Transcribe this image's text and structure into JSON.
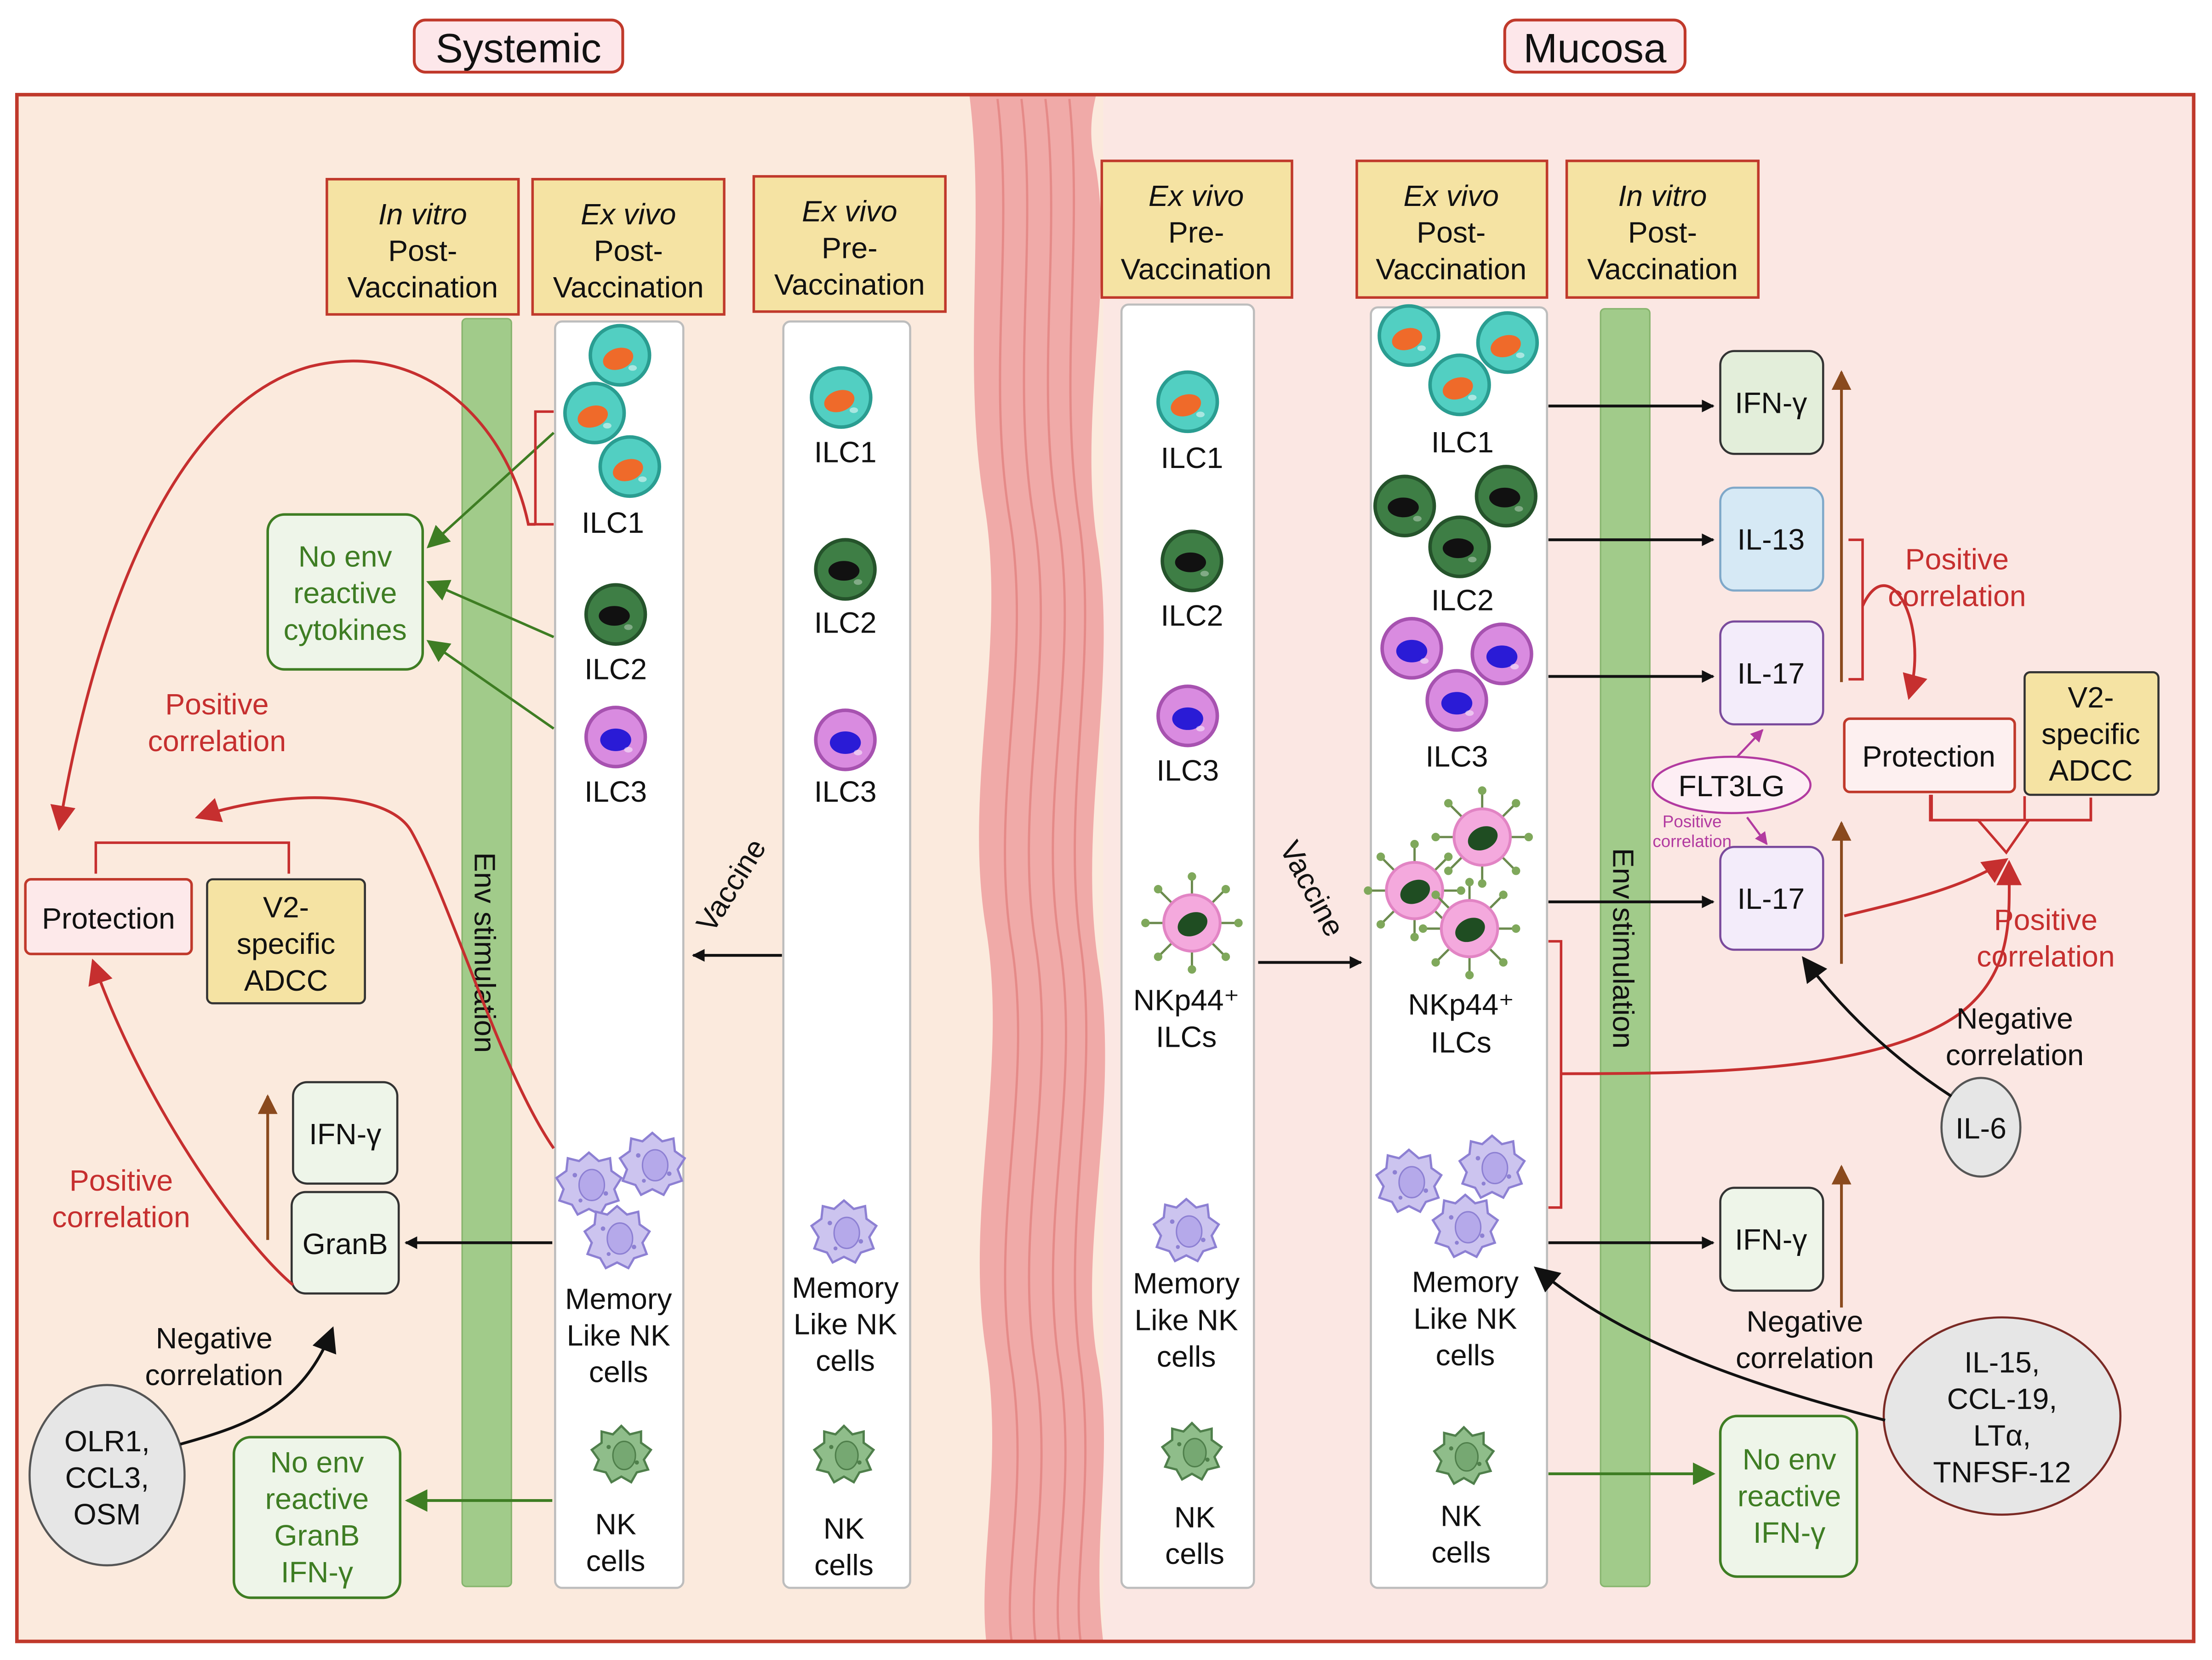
{
  "headers": {
    "systemic": "Systemic",
    "mucosa": "Mucosa"
  },
  "col_labels": {
    "s_invitro": [
      "In vitro",
      "Post-",
      "Vaccination"
    ],
    "s_exvivo_post": [
      "Ex vivo",
      "Post-",
      "Vaccination"
    ],
    "s_exvivo_pre": [
      "Ex vivo",
      "Pre-",
      "Vaccination"
    ],
    "m_exvivo_pre": [
      "Ex vivo",
      "Pre-",
      "Vaccination"
    ],
    "m_exvivo_post": [
      "Ex vivo",
      "Post-",
      "Vaccination"
    ],
    "m_invitro": [
      "In vitro",
      "Post-",
      "Vaccination"
    ]
  },
  "env_stimulation": "Env stimulation",
  "vaccine": "Vaccine",
  "cells": {
    "ilc1": "ILC1",
    "ilc2": "ILC2",
    "ilc3": "ILC3",
    "nkp44": [
      "NKp44⁺",
      "ILCs"
    ],
    "memory_nk": [
      "Memory",
      "Like NK",
      "cells"
    ],
    "nk": [
      "NK",
      "cells"
    ]
  },
  "systemic": {
    "no_env_cytokines": [
      "No env",
      "reactive",
      "cytokines"
    ],
    "positive_correlation_1": [
      "Positive",
      "correlation"
    ],
    "protection": "Protection",
    "v2_adcc": [
      "V2-",
      "specific",
      "ADCC"
    ],
    "ifn": "IFN-γ",
    "granb": "GranB",
    "positive_correlation_2": [
      "Positive",
      "correlation"
    ],
    "negative_correlation": [
      "Negative",
      "correlation"
    ],
    "olr1": [
      "OLR1,",
      "CCL3,",
      "OSM"
    ],
    "no_env_granb": [
      "No env",
      "reactive",
      "GranB",
      "IFN-γ"
    ]
  },
  "mucosa": {
    "ifn_1": "IFN-γ",
    "il13": "IL-13",
    "il17_1": "IL-17",
    "il17_2": "IL-17",
    "ifn_2": "IFN-γ",
    "no_env_ifn": [
      "No env",
      "reactive",
      "IFN-γ"
    ],
    "positive_correlation_1": [
      "Positive",
      "correlation"
    ],
    "protection": "Protection",
    "v2_adcc": [
      "V2-",
      "specific",
      "ADCC"
    ],
    "flt3lg": "FLT3LG",
    "positive_correlation_small": [
      "Positive",
      "correlation"
    ],
    "positive_correlation_2": [
      "Positive",
      "correlation"
    ],
    "negative_correlation_1": [
      "Negative",
      "correlation"
    ],
    "il6": "IL-6",
    "negative_correlation_2": [
      "Negative",
      "correlation"
    ],
    "il15": [
      "IL-15,",
      "CCL-19,",
      "LTα,",
      "TNFSF-12"
    ]
  }
}
